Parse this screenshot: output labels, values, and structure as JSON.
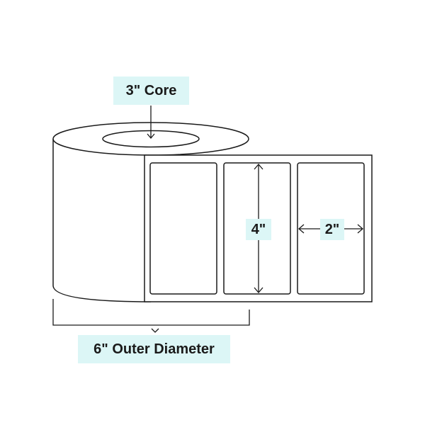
{
  "labels": {
    "core": "3\" Core",
    "outer_diameter": "6\" Outer Diameter",
    "label_height": "4\"",
    "label_width": "2\""
  },
  "colors": {
    "outline": "#1a1a1a",
    "tag_background": "#dcf6f6"
  }
}
